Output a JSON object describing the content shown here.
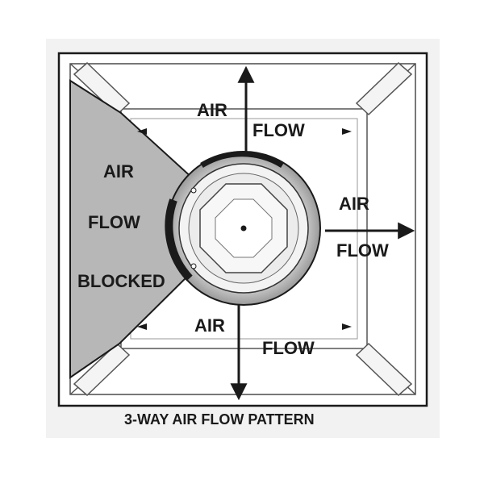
{
  "labels": {
    "top": {
      "line1": "AIR",
      "line2": "FLOW"
    },
    "right": {
      "line1": "AIR",
      "line2": "FLOW"
    },
    "bottom": {
      "line1": "AIR",
      "line2": "FLOW"
    },
    "left": {
      "line1": "AIR",
      "line2": "FLOW",
      "line3": "BLOCKED"
    }
  },
  "caption": "3-WAY AIR FLOW PATTERN",
  "colors": {
    "ink": "#1a1a1a",
    "blocked_fill": "#b7b7b7",
    "panel_fill": "#ffffff",
    "background": "#f2f2f2"
  }
}
